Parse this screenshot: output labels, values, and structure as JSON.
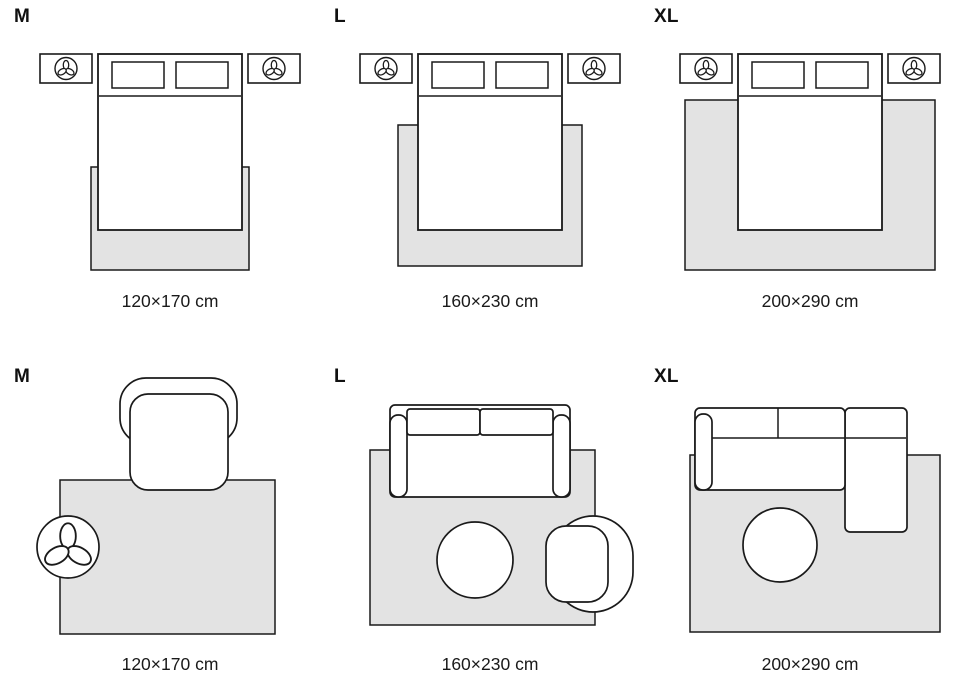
{
  "colors": {
    "rug_fill": "#e3e3e3",
    "outline": "#1a1a1a",
    "background": "#ffffff"
  },
  "icons": {
    "nightstand_decor": "plant-icon",
    "side_table_decor": "plant-icon"
  },
  "sections": [
    {
      "name": "bedroom",
      "panels": [
        {
          "size_label": "M",
          "dimensions": "120×170 cm"
        },
        {
          "size_label": "L",
          "dimensions": "160×230 cm"
        },
        {
          "size_label": "XL",
          "dimensions": "200×290 cm"
        }
      ]
    },
    {
      "name": "living-room",
      "panels": [
        {
          "size_label": "M",
          "dimensions": "120×170 cm"
        },
        {
          "size_label": "L",
          "dimensions": "160×230 cm"
        },
        {
          "size_label": "XL",
          "dimensions": "200×290 cm"
        }
      ]
    }
  ]
}
